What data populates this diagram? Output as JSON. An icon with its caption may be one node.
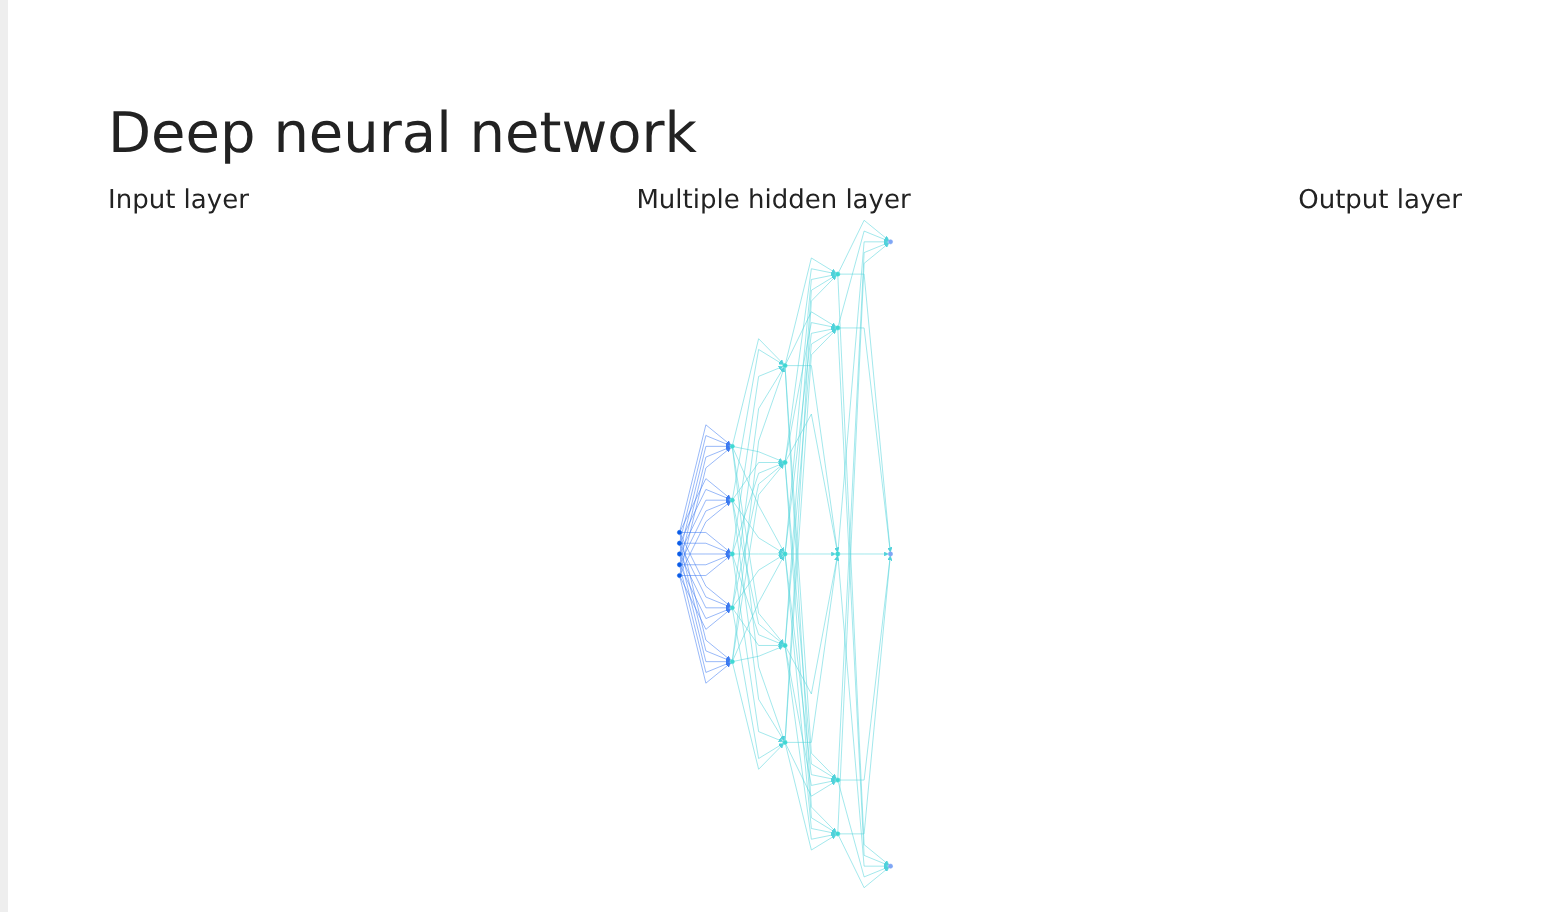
{
  "diagram": {
    "title": "Deep neural network",
    "nodes": [
      {
        "text": [],
        "shape": "circle"
      },
      {
        "text": [],
        "shape": "circle"
      },
      {
        "text": [],
        "shape": "circle"
      },
      {
        "text": [],
        "shape": "circle"
      },
      {
        "text": [],
        "shape": "circle"
      },
      {
        "text": [],
        "shape": "circle"
      },
      {
        "text": [],
        "shape": "circle"
      },
      {
        "text": [],
        "shape": "circle"
      },
      {
        "text": [],
        "shape": "circle"
      },
      {
        "text": [],
        "shape": "circle"
      },
      {
        "text": [],
        "shape": "circle"
      },
      {
        "text": [],
        "shape": "circle"
      },
      {
        "text": [],
        "shape": "circle"
      },
      {
        "text": [],
        "shape": "circle"
      },
      {
        "text": [],
        "shape": "circle"
      },
      {
        "text": [],
        "shape": "circle"
      },
      {
        "text": [],
        "shape": "circle"
      },
      {
        "text": [],
        "shape": "circle"
      },
      {
        "text": [],
        "shape": "circle"
      },
      {
        "text": [],
        "shape": "circle"
      },
      {
        "text": [],
        "shape": "circle"
      },
      {
        "text": [],
        "shape": "circle"
      },
      {
        "text": [],
        "shape": "circle"
      }
    ],
    "edges": [
      {
        "from": 0,
        "to": 5,
        "arrow": "to",
        "color": "#3f7cf2"
      },
      {
        "from": 0,
        "to": 6,
        "arrow": "to",
        "color": "#3f7cf2"
      },
      {
        "from": 0,
        "to": 7,
        "arrow": "to",
        "color": "#3f7cf2"
      },
      {
        "from": 0,
        "to": 8,
        "arrow": "to",
        "color": "#3f7cf2"
      },
      {
        "from": 0,
        "to": 9,
        "arrow": "to",
        "color": "#3f7cf2"
      },
      {
        "from": 1,
        "to": 5,
        "arrow": "to",
        "color": "#3f7cf2"
      },
      {
        "from": 1,
        "to": 6,
        "arrow": "to",
        "color": "#3f7cf2"
      },
      {
        "from": 1,
        "to": 7,
        "arrow": "to",
        "color": "#3f7cf2"
      },
      {
        "from": 1,
        "to": 8,
        "arrow": "to",
        "color": "#3f7cf2"
      },
      {
        "from": 1,
        "to": 9,
        "arrow": "to",
        "color": "#3f7cf2"
      },
      {
        "from": 2,
        "to": 5,
        "arrow": "to",
        "color": "#3f7cf2"
      },
      {
        "from": 2,
        "to": 6,
        "arrow": "to",
        "color": "#3f7cf2"
      },
      {
        "from": 2,
        "to": 7,
        "arrow": "to",
        "color": "#3f7cf2"
      },
      {
        "from": 2,
        "to": 8,
        "arrow": "to",
        "color": "#3f7cf2"
      },
      {
        "from": 2,
        "to": 9,
        "arrow": "to",
        "color": "#3f7cf2"
      },
      {
        "from": 3,
        "to": 5,
        "arrow": "to",
        "color": "#3f7cf2"
      },
      {
        "from": 3,
        "to": 6,
        "arrow": "to",
        "color": "#3f7cf2"
      },
      {
        "from": 3,
        "to": 7,
        "arrow": "to",
        "color": "#3f7cf2"
      },
      {
        "from": 3,
        "to": 8,
        "arrow": "to",
        "color": "#3f7cf2"
      },
      {
        "from": 3,
        "to": 9,
        "arrow": "to",
        "color": "#3f7cf2"
      },
      {
        "from": 4,
        "to": 5,
        "arrow": "to",
        "color": "#3f7cf2"
      },
      {
        "from": 4,
        "to": 6,
        "arrow": "to",
        "color": "#3f7cf2"
      },
      {
        "from": 4,
        "to": 7,
        "arrow": "to",
        "color": "#3f7cf2"
      },
      {
        "from": 4,
        "to": 8,
        "arrow": "to",
        "color": "#3f7cf2"
      },
      {
        "from": 4,
        "to": 9,
        "arrow": "to",
        "color": "#3f7cf2"
      },
      {
        "from": 5,
        "to": 10,
        "arrow": "to"
      },
      {
        "from": 5,
        "to": 11,
        "arrow": "to"
      },
      {
        "from": 5,
        "to": 12,
        "arrow": "to"
      },
      {
        "from": 5,
        "to": 13,
        "arrow": "to"
      },
      {
        "from": 5,
        "to": 14,
        "arrow": "to"
      },
      {
        "from": 6,
        "to": 10,
        "arrow": "to"
      },
      {
        "from": 6,
        "to": 11,
        "arrow": "to"
      },
      {
        "from": 6,
        "to": 12,
        "arrow": "to"
      },
      {
        "from": 6,
        "to": 13,
        "arrow": "to"
      },
      {
        "from": 6,
        "to": 14,
        "arrow": "to"
      },
      {
        "from": 7,
        "to": 10,
        "arrow": "to"
      },
      {
        "from": 7,
        "to": 11,
        "arrow": "to"
      },
      {
        "from": 7,
        "to": 12,
        "arrow": "to"
      },
      {
        "from": 7,
        "to": 13,
        "arrow": "to"
      },
      {
        "from": 7,
        "to": 14,
        "arrow": "to"
      },
      {
        "from": 8,
        "to": 10,
        "arrow": "to"
      },
      {
        "from": 8,
        "to": 11,
        "arrow": "to"
      },
      {
        "from": 8,
        "to": 12,
        "arrow": "to"
      },
      {
        "from": 8,
        "to": 13,
        "arrow": "to"
      },
      {
        "from": 8,
        "to": 14,
        "arrow": "to"
      },
      {
        "from": 9,
        "to": 10,
        "arrow": "to"
      },
      {
        "from": 9,
        "to": 11,
        "arrow": "to"
      },
      {
        "from": 9,
        "to": 12,
        "arrow": "to"
      },
      {
        "from": 9,
        "to": 13,
        "arrow": "to"
      },
      {
        "from": 9,
        "to": 14,
        "arrow": "to"
      },
      {
        "from": 10,
        "to": 15,
        "arrow": "to"
      },
      {
        "from": 10,
        "to": 16,
        "arrow": "to"
      },
      {
        "from": 10,
        "to": 17,
        "arrow": "to"
      },
      {
        "from": 10,
        "to": 18,
        "arrow": "to"
      },
      {
        "from": 10,
        "to": 19,
        "arrow": "to"
      },
      {
        "from": 11,
        "to": 15,
        "arrow": "to"
      },
      {
        "from": 11,
        "to": 16,
        "arrow": "to"
      },
      {
        "from": 11,
        "to": 17,
        "arrow": "to"
      },
      {
        "from": 11,
        "to": 18,
        "arrow": "to"
      },
      {
        "from": 11,
        "to": 19,
        "arrow": "to"
      },
      {
        "from": 12,
        "to": 15,
        "arrow": "to"
      },
      {
        "from": 12,
        "to": 16,
        "arrow": "to"
      },
      {
        "from": 12,
        "to": 17,
        "arrow": "to"
      },
      {
        "from": 12,
        "to": 18,
        "arrow": "to"
      },
      {
        "from": 12,
        "to": 19,
        "arrow": "to"
      },
      {
        "from": 13,
        "to": 15,
        "arrow": "to"
      },
      {
        "from": 13,
        "to": 16,
        "arrow": "to"
      },
      {
        "from": 13,
        "to": 17,
        "arrow": "to"
      },
      {
        "from": 13,
        "to": 18,
        "arrow": "to"
      },
      {
        "from": 13,
        "to": 19,
        "arrow": "to"
      },
      {
        "from": 14,
        "to": 15,
        "arrow": "to"
      },
      {
        "from": 14,
        "to": 16,
        "arrow": "to"
      },
      {
        "from": 14,
        "to": 17,
        "arrow": "to"
      },
      {
        "from": 14,
        "to": 18,
        "arrow": "to"
      },
      {
        "from": 14,
        "to": 19,
        "arrow": "to"
      },
      {
        "from": 15,
        "to": 20,
        "arrow": "to"
      },
      {
        "from": 15,
        "to": 21,
        "arrow": "to"
      },
      {
        "from": 15,
        "to": 22,
        "arrow": "to"
      },
      {
        "from": 16,
        "to": 20,
        "arrow": "to"
      },
      {
        "from": 16,
        "to": 21,
        "arrow": "to"
      },
      {
        "from": 16,
        "to": 22,
        "arrow": "to"
      },
      {
        "from": 17,
        "to": 20,
        "arrow": "to"
      },
      {
        "from": 17,
        "to": 21,
        "arrow": "to"
      },
      {
        "from": 17,
        "to": 22,
        "arrow": "to"
      },
      {
        "from": 18,
        "to": 20,
        "arrow": "to"
      },
      {
        "from": 18,
        "to": 21,
        "arrow": "to"
      },
      {
        "from": 18,
        "to": 22,
        "arrow": "to"
      },
      {
        "from": 19,
        "to": 20,
        "arrow": "to"
      },
      {
        "from": 19,
        "to": 21,
        "arrow": "to"
      },
      {
        "from": 19,
        "to": 22,
        "arrow": "to"
      }
    ],
    "labels": [
      "Input layer",
      "Multiple hidden layer",
      "Output layer"
    ]
  }
}
